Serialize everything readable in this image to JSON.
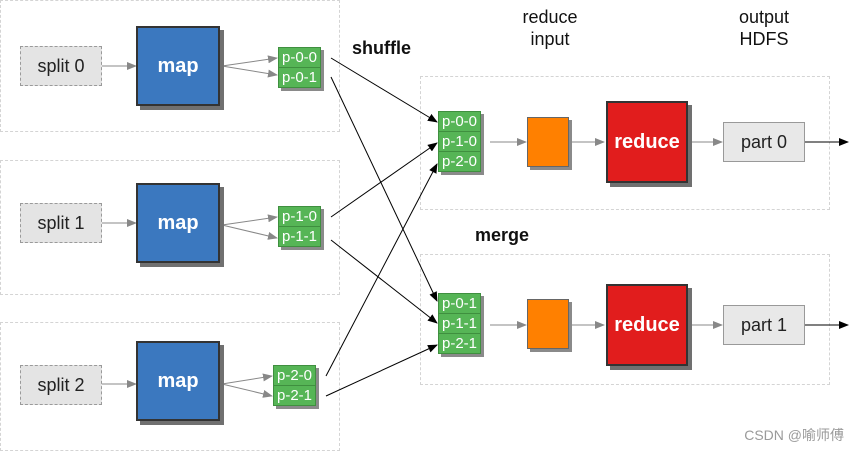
{
  "splits": [
    "split 0",
    "split 1",
    "split 2"
  ],
  "map_label": "map",
  "partitions": {
    "map0": [
      "p-0-0",
      "p-0-1"
    ],
    "map1": [
      "p-1-0",
      "p-1-1"
    ],
    "map2": [
      "p-2-0",
      "p-2-1"
    ]
  },
  "merged": {
    "reducer0": [
      "p-0-0",
      "p-1-0",
      "p-2-0"
    ],
    "reducer1": [
      "p-0-1",
      "p-1-1",
      "p-2-1"
    ]
  },
  "labels": {
    "shuffle": "shuffle",
    "merge": "merge",
    "reduce_input": "reduce\ninput",
    "output_hdfs": "output\nHDFS"
  },
  "reduce_label": "reduce",
  "outputs": [
    "part 0",
    "part 1"
  ],
  "watermark": "CSDN @喻师傅",
  "colors": {
    "map": "#3b78bf",
    "reduce": "#e11d1d",
    "partition": "#56b556",
    "reduce_input": "#ff8000",
    "split": "#e4e4e4"
  }
}
